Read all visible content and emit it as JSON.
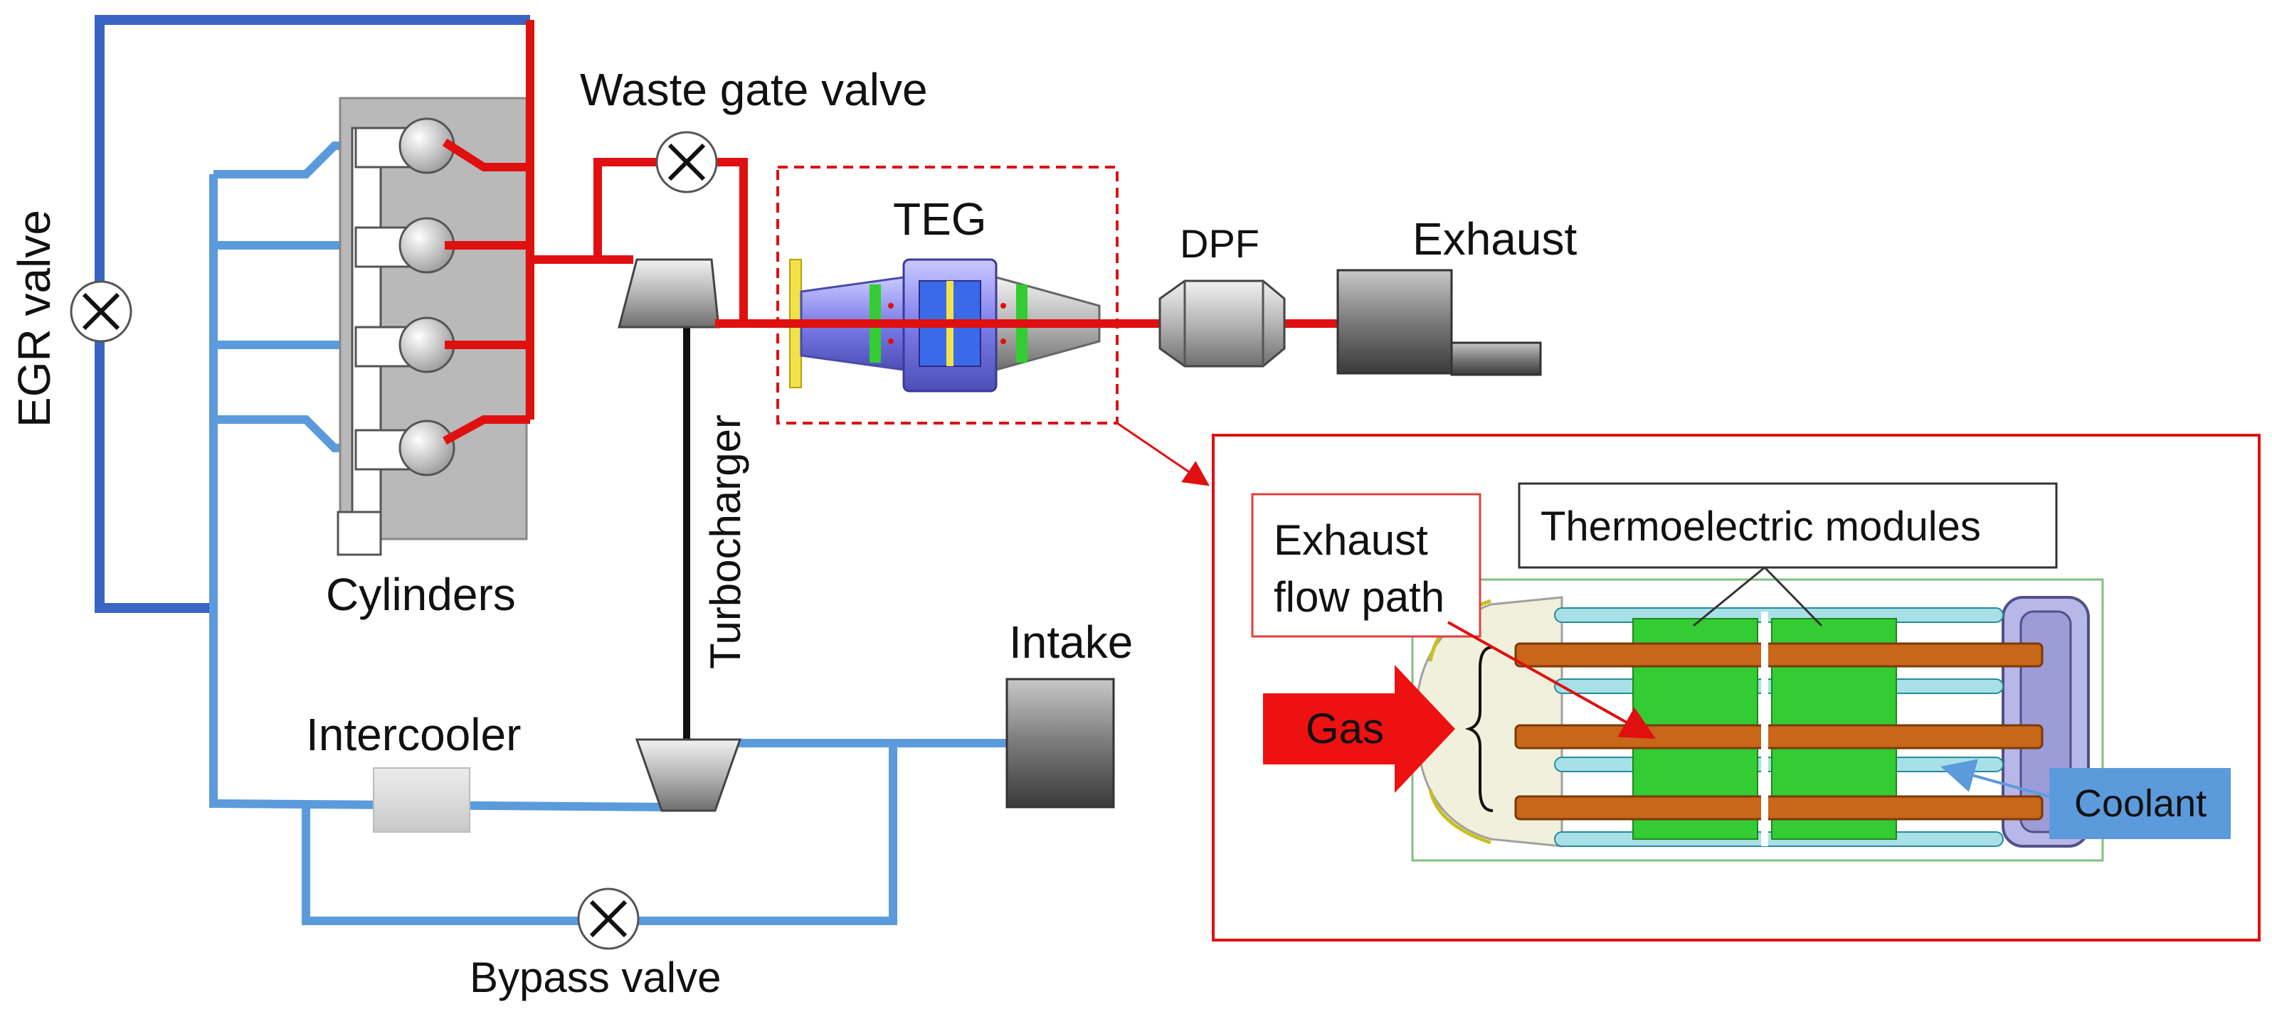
{
  "labels": {
    "egr_valve": "EGR valve",
    "waste_gate_valve": "Waste gate valve",
    "teg": "TEG",
    "dpf": "DPF",
    "exhaust": "Exhaust",
    "cylinders": "Cylinders",
    "turbocharger": "Turbocharger",
    "intake": "Intake",
    "intercooler": "Intercooler",
    "bypass_valve": "Bypass valve",
    "exhaust_flow_path": [
      "Exhaust",
      "flow path"
    ],
    "thermoelectric_modules": "Thermoelectric modules",
    "gas": "Gas",
    "coolant": "Coolant"
  },
  "colors": {
    "exhaust_line": "#e01010",
    "egr_line": "#3a64c4",
    "intake_line": "#5b9bdc",
    "turbo_shaft": "#111111",
    "module_green": "#33cc33",
    "tube_orange": "#c8661a",
    "coolant_box": "#5b9bdc",
    "teg_body": "#8a8ae8"
  },
  "icons": {
    "valve": "valve-x-icon",
    "turbine": "turbine-trapezoid-icon",
    "compressor": "compressor-trapezoid-icon"
  }
}
